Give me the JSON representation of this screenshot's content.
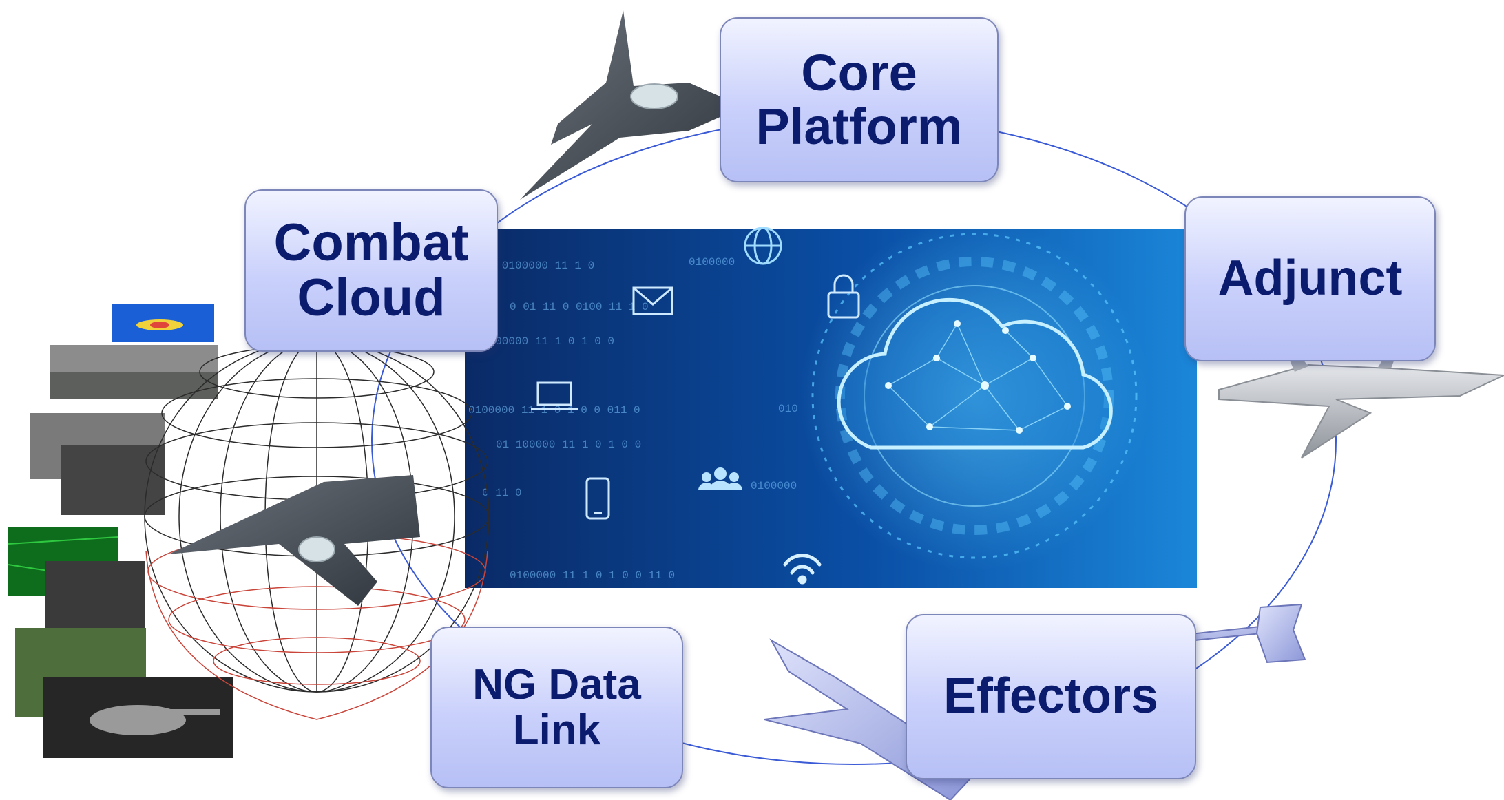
{
  "nodes": {
    "core_platform": {
      "line1": "Core",
      "line2": "Platform"
    },
    "combat_cloud": {
      "line1": "Combat",
      "line2": "Cloud"
    },
    "adjunct": {
      "line1": "Adjunct"
    },
    "ng_data_link": {
      "line1": "NG Data",
      "line2": "Link"
    },
    "effectors": {
      "line1": "Effectors"
    }
  },
  "colors": {
    "node_text": "#0b1c6e",
    "node_fill": "#c9d0fb",
    "ring": "#3b5bd6",
    "cloud_panel": "#0a3f8c"
  },
  "icons": [
    "fighter-jet-icon",
    "drone-icon",
    "missile-icon",
    "glider-munition-icon",
    "sensor-sphere-icon",
    "cloud-network-icon",
    "envelope-icon",
    "padlock-icon",
    "globe-icon",
    "laptop-icon",
    "phone-icon",
    "users-icon",
    "wifi-icon"
  ]
}
